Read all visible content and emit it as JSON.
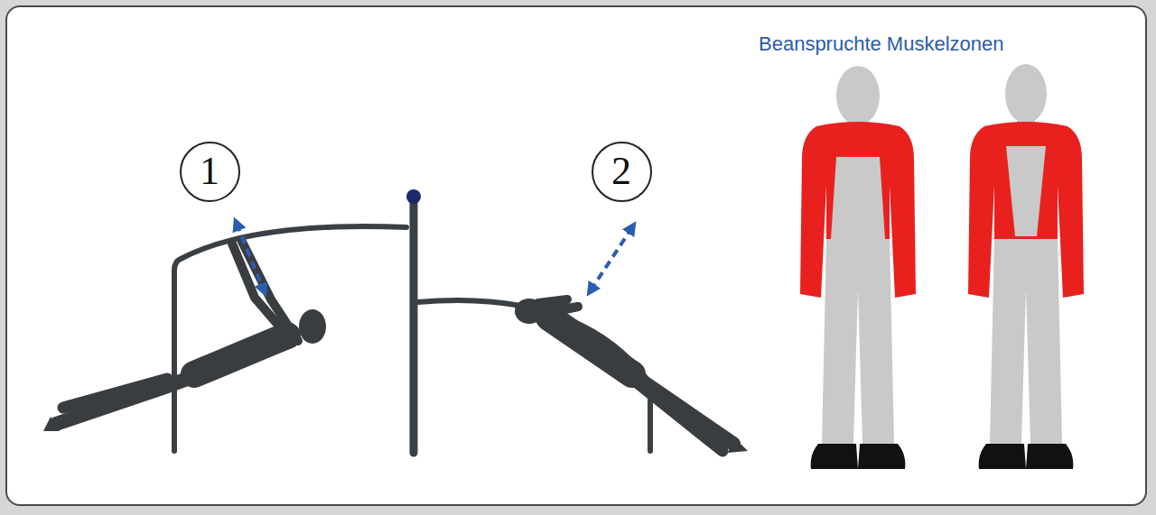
{
  "diagram": {
    "title": "Beanspruchte Muskelzonen",
    "nodes": [
      {
        "text": [
          "1"
        ]
      },
      {
        "text": [
          "2"
        ]
      }
    ]
  }
}
